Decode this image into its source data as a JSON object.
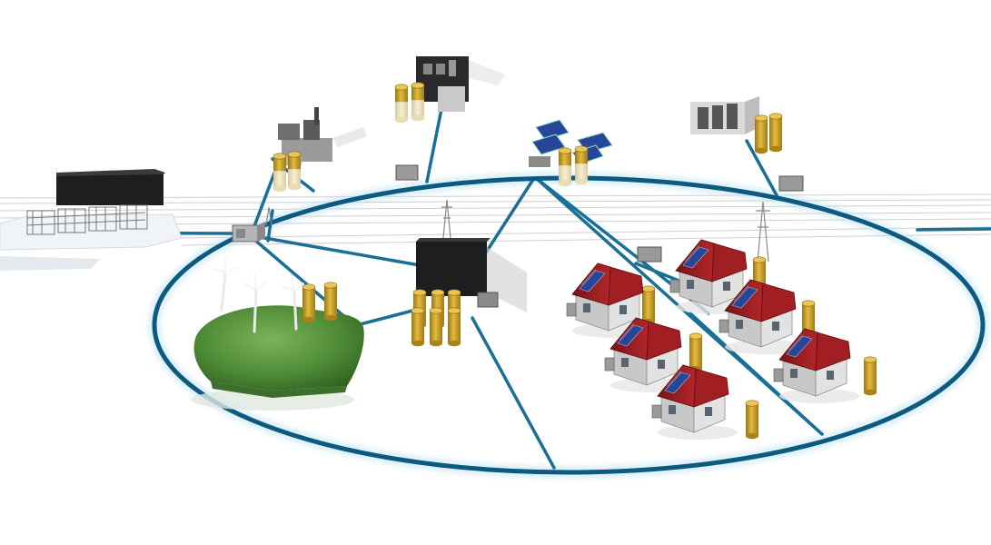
{
  "diagram": {
    "title": "",
    "colors": {
      "background": "#ffffff",
      "ring": "#0c5a80",
      "ring_glow": "#9fd3ea",
      "link": "#1a6f96",
      "building_dark": "#1e1e20",
      "roof": "#9b1d20",
      "wall": "#d7d7d7",
      "solar": "#26469a",
      "battery": "#d9ad2c",
      "battery_light": "#f2e4b8",
      "grass": "#4e8a35",
      "transmission": "#c9c9c9"
    },
    "nodes": [
      {
        "name": "substation",
        "icon": "substation-icon"
      },
      {
        "name": "grid-interconnect",
        "icon": "switch-box-icon"
      },
      {
        "name": "central-controller",
        "icon": "control-building-icon"
      },
      {
        "name": "power-plant-left",
        "icon": "factory-icon"
      },
      {
        "name": "power-plant-top",
        "icon": "factory-icon"
      },
      {
        "name": "solar-farm",
        "icon": "solar-panel-icon"
      },
      {
        "name": "industrial-plant-right",
        "icon": "industrial-pipes-icon"
      },
      {
        "name": "wind-farm",
        "icon": "wind-turbine-icon"
      },
      {
        "name": "residential-cluster",
        "icon": "house-icon"
      },
      {
        "name": "transmission-tower",
        "icon": "pylon-icon"
      }
    ],
    "houses_count_label": "",
    "legend": []
  }
}
